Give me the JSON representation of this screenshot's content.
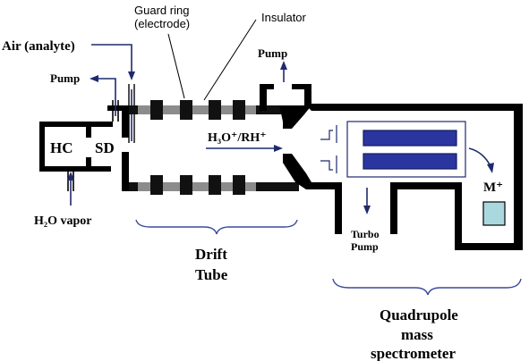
{
  "labels": {
    "guard_ring_line1": "Guard ring",
    "guard_ring_line2": "(electrode)",
    "insulator": "Insulator",
    "air_analyte": "Air (analyte)",
    "pump_left": "Pump",
    "pump_top": "Pump",
    "hc": "HC",
    "sd": "SD",
    "h2o_vapor": "H₂O vapor",
    "ions": "H₃O⁺/RH⁺",
    "m_plus": "M⁺",
    "turbo_line1": "Turbo",
    "turbo_line2": "Pump",
    "drift_line1": "Drift",
    "drift_line2": "Tube",
    "quad_line1": "Quadrupole",
    "quad_line2": "mass",
    "quad_line3": "spectrometer"
  },
  "colors": {
    "wall": "#000000",
    "electrode": "#111111",
    "insulator": "#8c8c8c",
    "arrow": "#1f2a6e",
    "rod": "#2a35a0",
    "detector": "#a9d9df"
  }
}
